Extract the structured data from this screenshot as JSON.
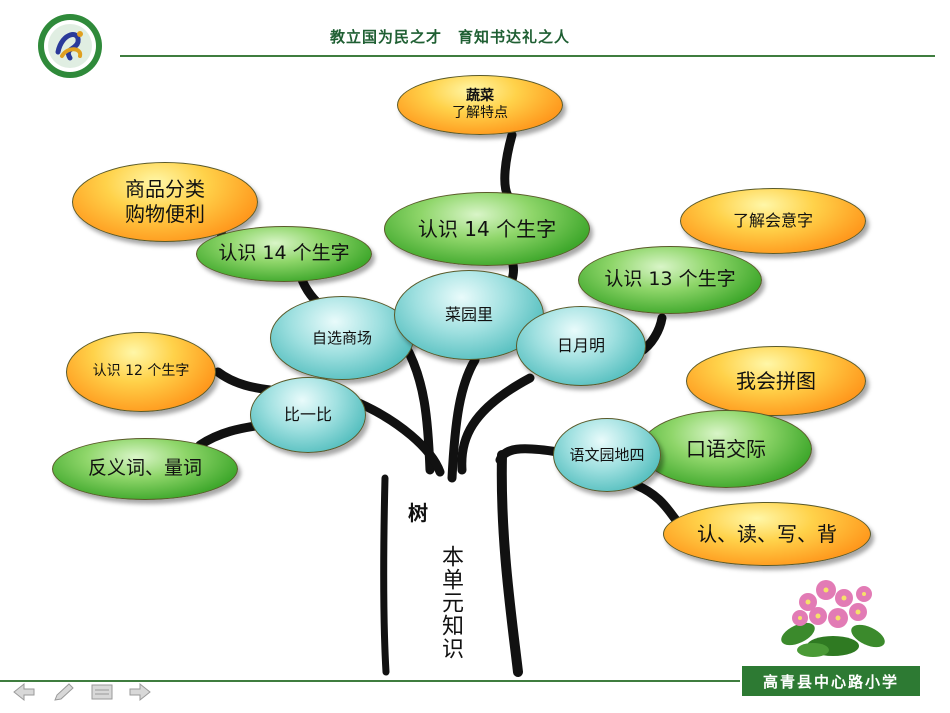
{
  "header": {
    "motto": "教立国为民之才　育知书达礼之人"
  },
  "footer": {
    "school_name": "高青县中心路小学"
  },
  "tree": {
    "trunk_label": "本单元知识",
    "tree_label": "树",
    "units": {
      "bibi": "比一比",
      "zixuan": "自选商场",
      "caiyuan": "菜园里",
      "riyue": "日月明",
      "yuwen": "语文园地四"
    },
    "leaves": {
      "fanyi": "反义词、量词",
      "renshi12": "认识 12 个生字",
      "renshi14_left": "认识 14 个生字",
      "shangpin": "商品分类\n购物便利",
      "renshi14_mid": "认识 14 个生字",
      "shucai_title": "蔬菜",
      "shucai_sub": "了解特点",
      "renshi13": "认识 13 个生字",
      "liaojie": "了解会意字",
      "wohui": "我会拼图",
      "kouyu": "口语交际",
      "renduxie": "认、读、写、背"
    }
  },
  "colors": {
    "green_leaf": "#3fa82c",
    "orange_leaf": "#ff9a1e",
    "teal_node": "#4fbcbc",
    "brand_green": "#2d7a33"
  },
  "nav_icons": [
    "back-icon",
    "pen-icon",
    "menu-icon",
    "forward-icon"
  ]
}
